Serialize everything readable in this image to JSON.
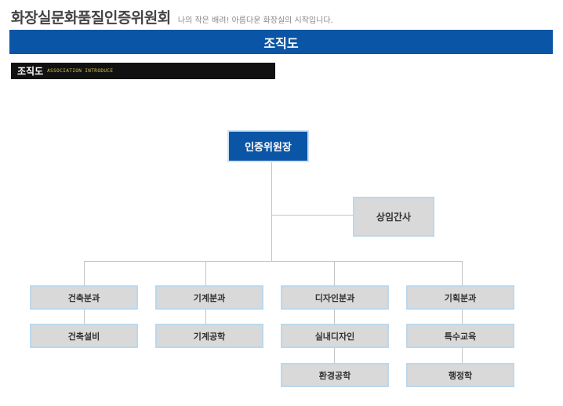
{
  "header": {
    "title": "화장실문화품질인증위원회",
    "tagline": "나의 작은 배려! 아름다운 화장실의 시작입니다."
  },
  "banner": {
    "title": "조직도"
  },
  "section": {
    "title": "조직도",
    "subtitle": "ASSOCIATION INTRODUCE"
  },
  "org_chart": {
    "top": "인증위원장",
    "staff": "상임간사",
    "columns": [
      {
        "division": "건축분과",
        "subunits": [
          "건축설비"
        ]
      },
      {
        "division": "기계분과",
        "subunits": [
          "기계공학"
        ]
      },
      {
        "division": "디자인분과",
        "subunits": [
          "실내디자인",
          "환경공학"
        ]
      },
      {
        "division": "기획분과",
        "subunits": [
          "특수교육",
          "행정학"
        ]
      }
    ]
  },
  "colors": {
    "accent": "#0a55a6",
    "box_fill": "#d9d9d9",
    "box_border": "#bcd8ec",
    "line": "#c4c4c4"
  }
}
